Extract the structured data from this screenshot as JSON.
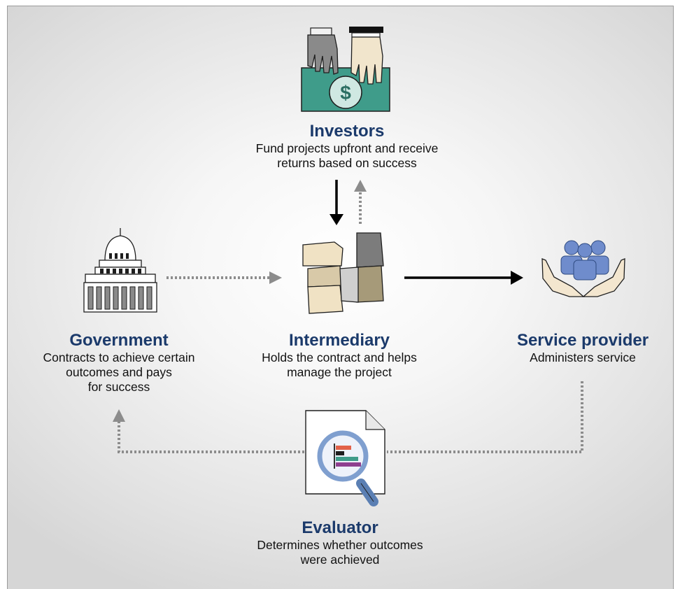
{
  "nodes": {
    "investors": {
      "title": "Investors",
      "description": "Fund projects upfront and receive\nreturns based on success"
    },
    "government": {
      "title": "Government",
      "description": "Contracts to achieve certain\noutcomes and pays\nfor success"
    },
    "intermediary": {
      "title": "Intermediary",
      "description": "Holds the contract and helps\nmanage the project"
    },
    "service_provider": {
      "title": "Service provider",
      "description": "Administers service"
    },
    "evaluator": {
      "title": "Evaluator",
      "description": "Determines whether outcomes\nwere achieved"
    }
  },
  "icons": {
    "investors": "money-handoff-icon",
    "government": "capitol-building-icon",
    "intermediary": "joined-hands-icon",
    "service_provider": "people-in-hands-icon",
    "evaluator": "report-magnifier-icon"
  },
  "colors": {
    "title": "#1b3a6b",
    "solid_arrow": "#000000",
    "dotted_arrow": "#8c8c8c",
    "money_green": "#3f9c8a",
    "people_blue": "#6f8ccc"
  }
}
